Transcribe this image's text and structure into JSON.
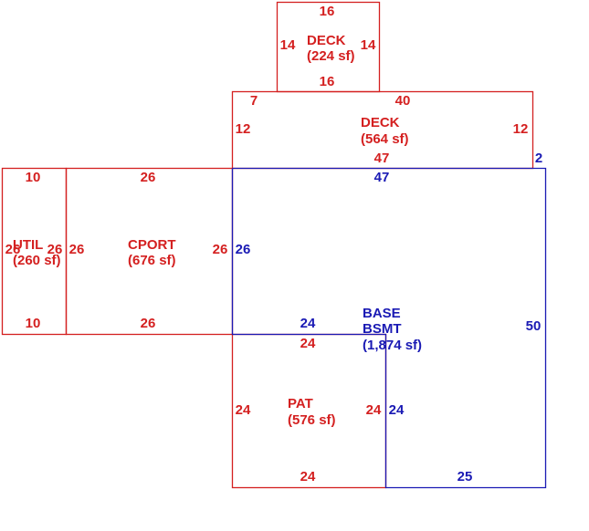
{
  "colors": {
    "exterior": "#d42020",
    "living": "#1a1ab4",
    "background": "#ffffff"
  },
  "areas": [
    {
      "id": "deck-top",
      "group": "exterior",
      "name_lines": [
        "DECK"
      ],
      "area": "(224 sf)",
      "dims": [
        "16",
        "14",
        "14",
        "16"
      ]
    },
    {
      "id": "deck-mid",
      "group": "exterior",
      "name_lines": [
        "DECK"
      ],
      "area": "(564 sf)",
      "dims": [
        "7",
        "40",
        "12",
        "12",
        "47"
      ]
    },
    {
      "id": "util",
      "group": "exterior",
      "name_lines": [
        "UTIL"
      ],
      "area": "(260 sf)",
      "dims": [
        "10",
        "26",
        "26",
        "10"
      ]
    },
    {
      "id": "cport",
      "group": "exterior",
      "name_lines": [
        "CPORT"
      ],
      "area": "(676 sf)",
      "dims": [
        "26",
        "26",
        "26",
        "26"
      ]
    },
    {
      "id": "pat",
      "group": "exterior",
      "name_lines": [
        "PAT"
      ],
      "area": "(576 sf)",
      "dims": [
        "24",
        "24",
        "24",
        "24"
      ]
    },
    {
      "id": "base",
      "group": "living",
      "name_lines": [
        "BASE",
        "BSMT"
      ],
      "area": "(1,874 sf)",
      "dims": [
        "2",
        "47",
        "26",
        "50",
        "24",
        "24",
        "25"
      ]
    }
  ]
}
